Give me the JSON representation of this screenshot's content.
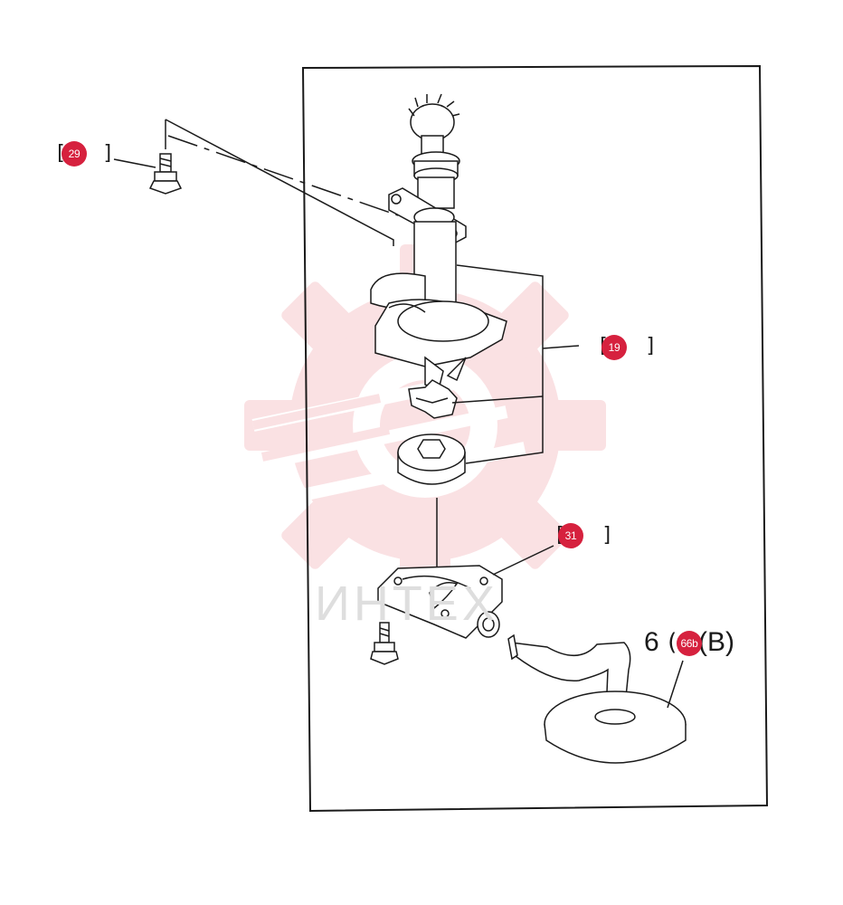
{
  "colors": {
    "callout": "#d6213e",
    "line": "#1a1a1a",
    "watermark": "#f6c9cd",
    "frame": "#1a1a1a",
    "background": "#ffffff"
  },
  "watermark": {
    "icon": "gear-logo-watermark",
    "text": "ИНТЕХ"
  },
  "callouts": [
    {
      "id": "29",
      "label": "29"
    },
    {
      "id": "19",
      "label": "19"
    },
    {
      "id": "31",
      "label": "31"
    },
    {
      "id": "66b",
      "label": "66b"
    }
  ],
  "part_reference": {
    "prefix": "6",
    "suffix": "(B)"
  }
}
